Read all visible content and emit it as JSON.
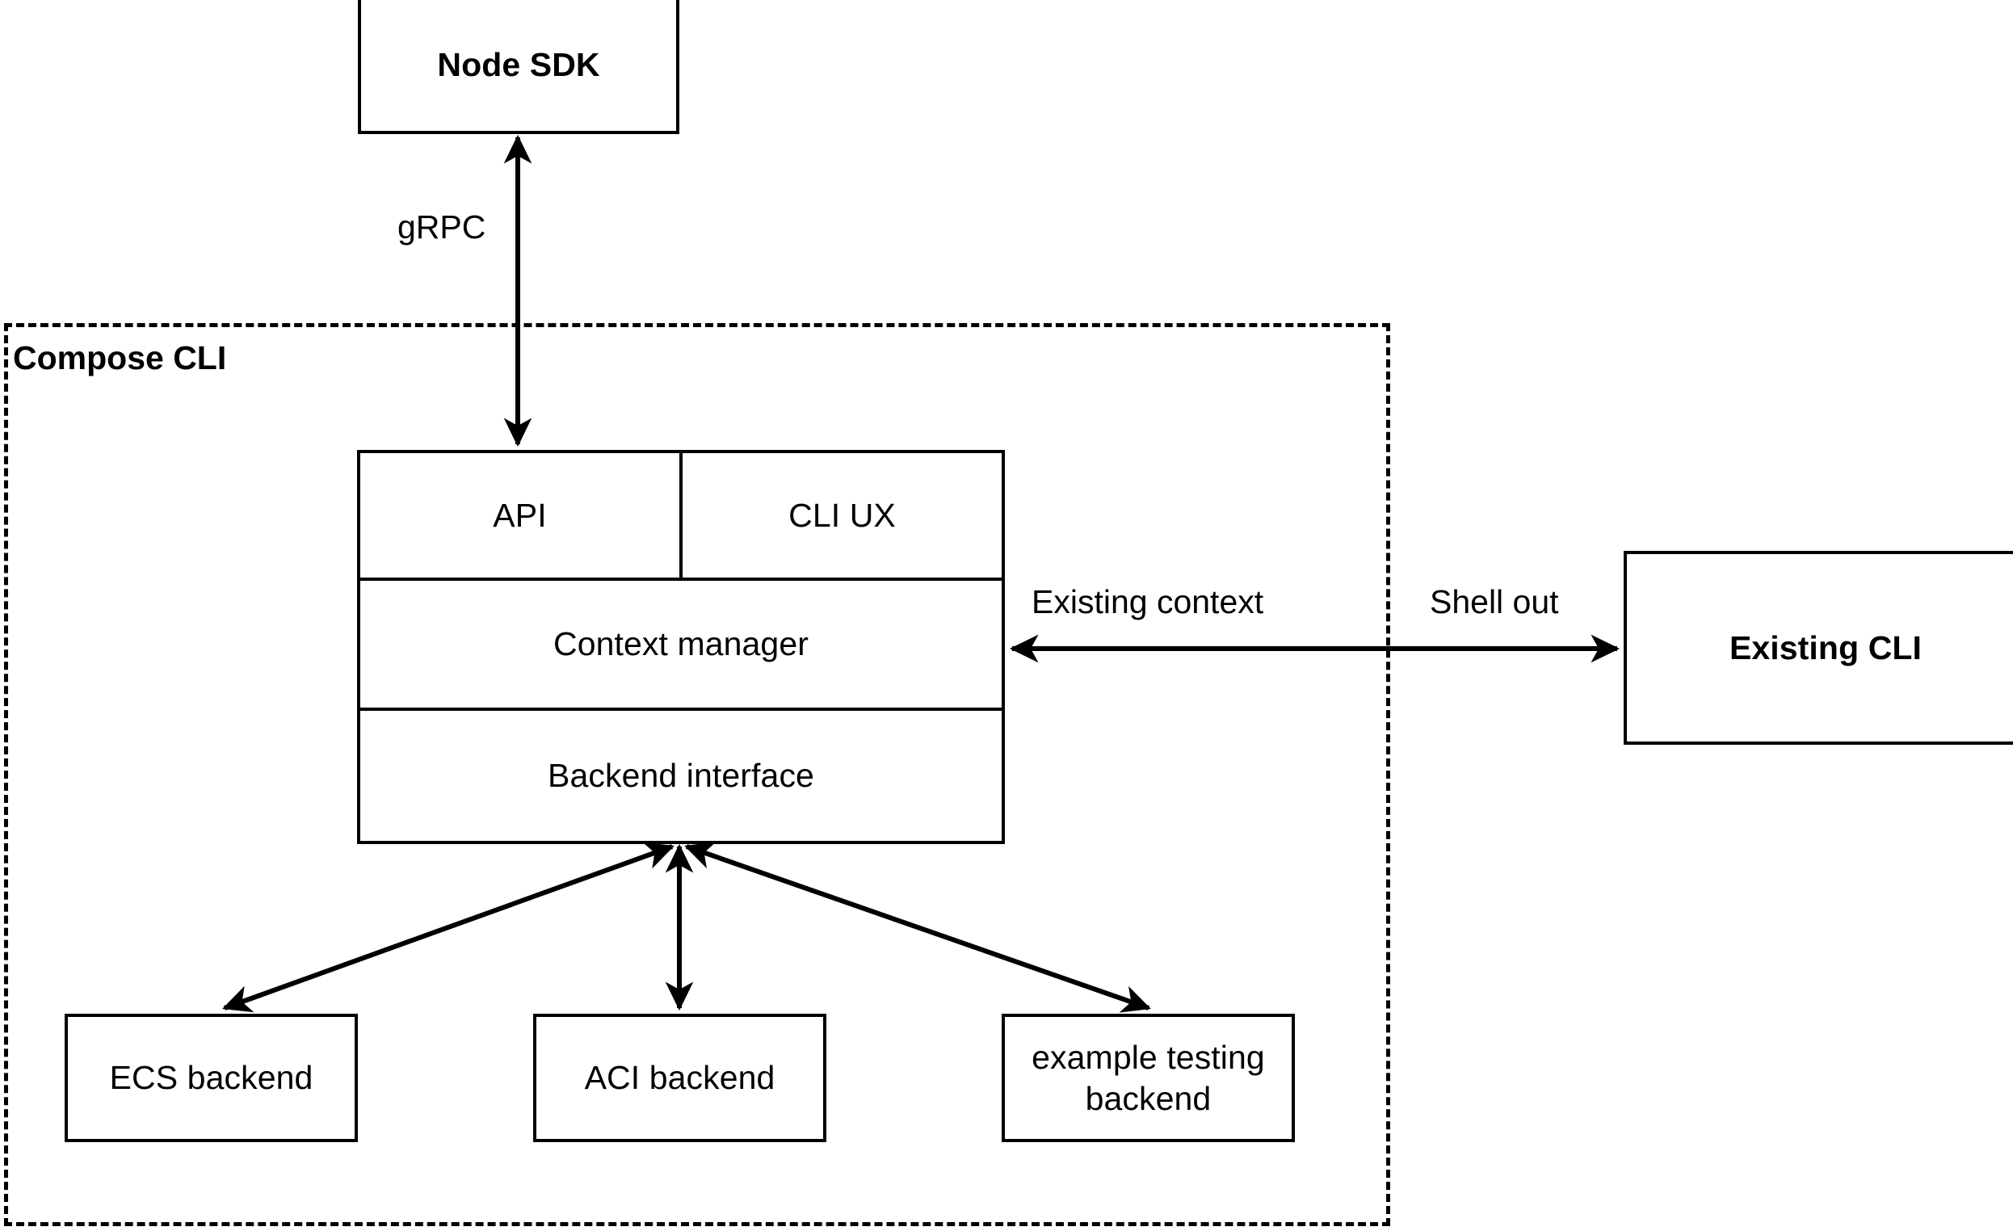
{
  "diagram": {
    "title_bold_nodes": [
      "Node SDK",
      "Existing CLI"
    ],
    "nodes": {
      "node_sdk": {
        "label": "Node SDK"
      },
      "existing_cli": {
        "label": "Existing CLI"
      },
      "ecs_backend": {
        "label": "ECS backend"
      },
      "aci_backend": {
        "label": "ACI backend"
      },
      "example_testing_backend": {
        "label": "example testing\nbackend"
      }
    },
    "group": {
      "label": "Compose CLI"
    },
    "stack": {
      "row1": {
        "api": {
          "label": "API"
        },
        "cli_ux": {
          "label": "CLI UX"
        }
      },
      "row2": {
        "label": "Context manager"
      },
      "row3": {
        "label": "Backend interface"
      }
    },
    "edges": {
      "grpc": {
        "label": "gRPC"
      },
      "existing_context": {
        "label": "Existing context"
      },
      "shell_out": {
        "label": "Shell out"
      }
    },
    "colors": {
      "stroke": "#000000",
      "fill": "#ffffff",
      "text": "#000000"
    }
  }
}
